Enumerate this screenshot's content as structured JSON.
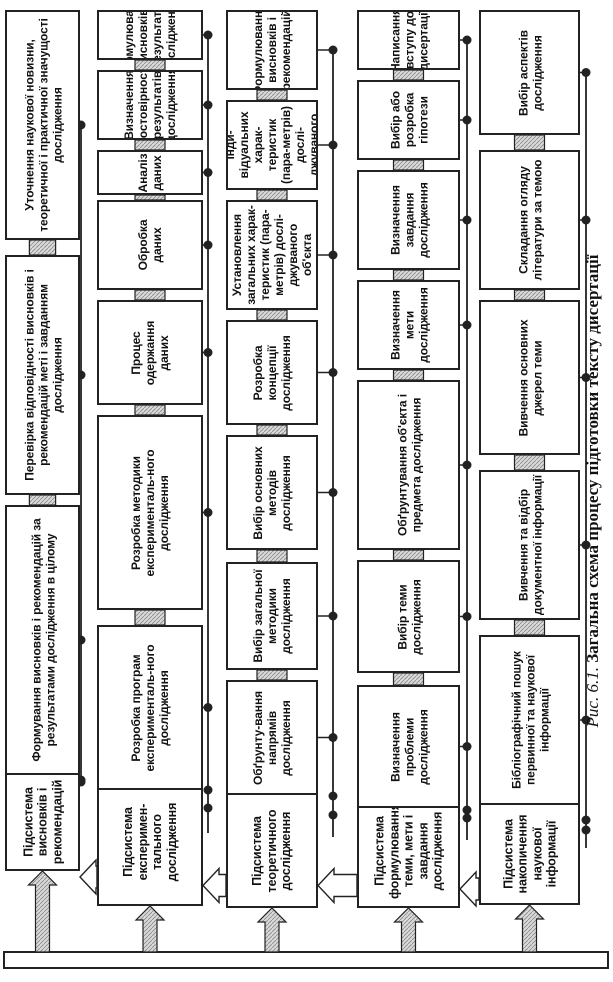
{
  "caption": {
    "label": "Рис. 6.1.",
    "title": "Загальна схема процесу підготовки тексту дисертації"
  },
  "colors": {
    "line": "#222222",
    "pipe": "#cfcfcf",
    "arrow_fill": "#ffffff"
  },
  "lanes": [
    {
      "id": "conclusions",
      "subsystem": "Підсистема висновків і рекомендацій",
      "steps": [
        "Формування висновків і рекомендацій за результатами дослідження в цілому",
        "Перевірка відповідності висновків і рекомендацій меті і завданням дослідження",
        "Уточнення наукової новизни, теоретичної і практичної значущості дослідження"
      ]
    },
    {
      "id": "experimental",
      "subsystem": "Підсистема експеримен-тального дослідження",
      "steps": [
        "Розробка програм експерименталь-ного дослідження",
        "Розробка методики експерименталь-ного дослідження",
        "Процес одержання даних",
        "Обробка даних",
        "Аналіз даних",
        "Визначення достовірності результатів дослідження",
        "Формулювання висновків і результатів дослідження"
      ]
    },
    {
      "id": "theoretical",
      "subsystem": "Підсистема теоретичного дослідження",
      "steps": [
        "Обґрунту-вання напрямів дослідження",
        "Вибір загальної методики дослідження",
        "Вибір основних методів дослідження",
        "Розробка концепції дослідження",
        "Установлення загальних харак-теристик (пара-метрів) дослі-джуваного об'єкта",
        "Виявлення інди-відуальних харак-теристик (пара-метрів) дослі-джуваного об'єкта",
        "Формулювання висновків і рекомендацій"
      ]
    },
    {
      "id": "formulation",
      "subsystem": "Підсистема формулювання теми, мети і завдання дослідження",
      "steps": [
        "Визначення проблеми дослідження",
        "Вибір теми дослідження",
        "Обґрунтування об'єкта і предмета дослідження",
        "Визначення мети дослідження",
        "Визначення завдання дослідження",
        "Вибір або розробка гіпотези",
        "Написання вступу до дисертації"
      ]
    },
    {
      "id": "accumulation",
      "subsystem": "Підсистема накопичення наукової інформації",
      "steps": [
        "Бібліографічний пошук первинної та наукової інформації",
        "Вивчення та відбір документної інформації",
        "Вивчення основних джерел теми",
        "Складання огляду літератури за темою",
        "Вибір аспектів дослідження"
      ]
    }
  ]
}
